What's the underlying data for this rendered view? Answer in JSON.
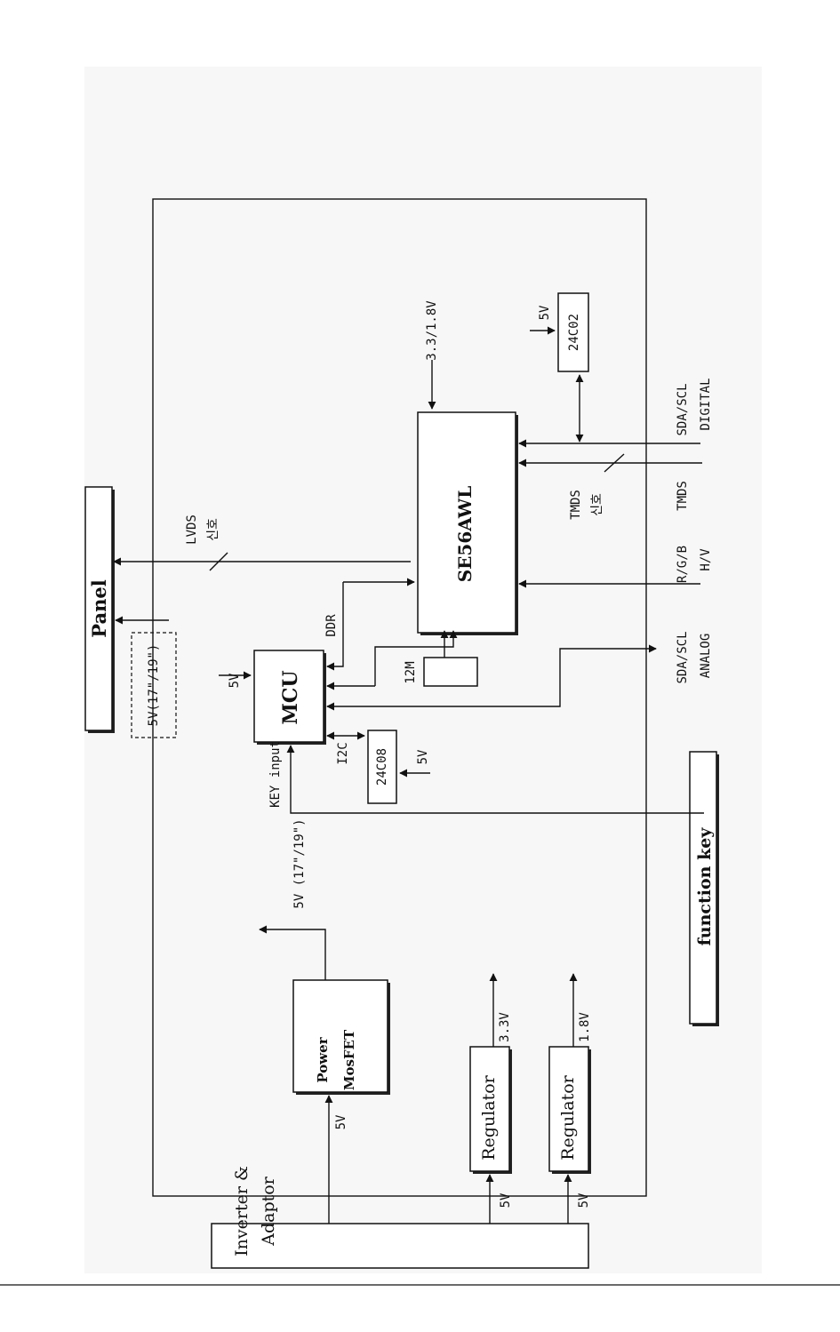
{
  "labels": {
    "panel": "Panel",
    "lvds": "LVDS",
    "lvds_signal": "신호",
    "panel_5v": "5V(17\"/19\")",
    "ddr": "DDR",
    "mcu": "MCU",
    "mcu_5v": "5V",
    "crystal": "12M",
    "i2c": "I2C",
    "eeprom_mcu": "24C08",
    "eeprom_mcu_5v": "5V",
    "key_input": "KEY input",
    "scaler": "SE56AWL",
    "scaler_supply": "3.3/1.8V",
    "eeprom_digital": "24C02",
    "eeprom_digital_5v": "5V",
    "sda_scl_digital_1": "SDA/SCL",
    "sda_scl_digital_2": "DIGITAL",
    "tmds_1": "TMDS",
    "tmds_2": "신호",
    "tmds_in": "TMDS",
    "rgb": "R/G/B",
    "hv": "H/V",
    "sda_scl_analog_1": "SDA/SCL",
    "sda_scl_analog_2": "ANALOG",
    "function_key": "function key",
    "mosfet_5v": "5V (17\"/19\")",
    "power_1": "Power",
    "power_2": "MosFET",
    "power_in_5v": "5V",
    "reg33_out": "3.3V",
    "reg18_out": "1.8V",
    "regulator_1": "Regulator",
    "regulator_2": "Regulator",
    "reg33_in": "5V",
    "reg18_in": "5V",
    "inverter_1": "Inverter &",
    "inverter_2": "Adaptor"
  }
}
